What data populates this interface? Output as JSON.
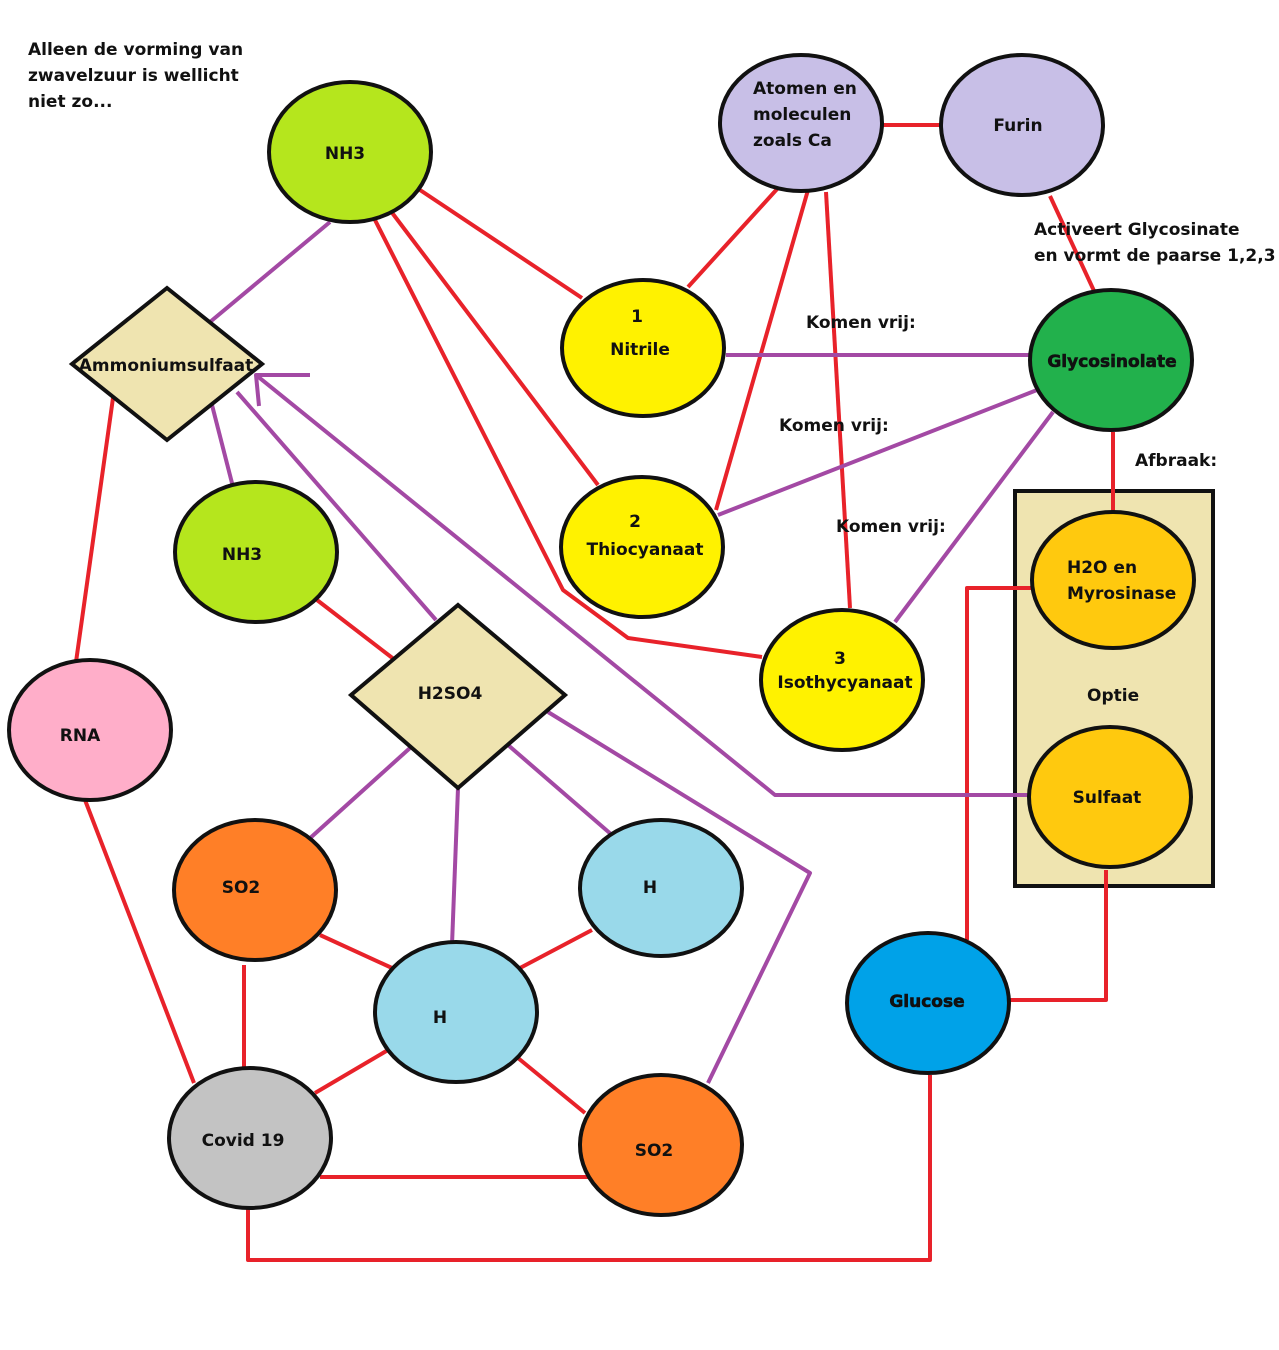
{
  "notes": {
    "top_left_line1": "Alleen de vorming van",
    "top_left_line2": "zwavelzuur is wellicht",
    "top_left_line3": "niet zo...",
    "activates_line1": "Activeert Glycosinate",
    "activates_line2": "en vormt de paarse 1,2,3",
    "released_1": "Komen vrij:",
    "released_2": "Komen vrij:",
    "released_3": "Komen vrij:",
    "breakdown": "Afbraak:",
    "option": "Optie"
  },
  "nodes": {
    "nh3_top": "NH3",
    "atoms_line1": "Atomen en",
    "atoms_line2": "moleculen",
    "atoms_line3": "zoals Ca",
    "furin": "Furin",
    "nitrile_num": "1",
    "nitrile": "Nitrile",
    "glycosinolate": "Glycosinolate",
    "ammoniumsulfaat": "Ammoniumsulfaat",
    "thiocyanaat_num": "2",
    "thiocyanaat": "Thiocyanaat",
    "nh3_mid": "NH3",
    "h2o_line1": "H2O en",
    "h2o_line2": "Myrosinase",
    "isothycyanaat_num": "3",
    "isothycyanaat": "Isothycyanaat",
    "h2so4": "H2SO4",
    "rna": "RNA",
    "sulfaat": "Sulfaat",
    "so2_left": "SO2",
    "h_right": "H",
    "h_center": "H",
    "glucose": "Glucose",
    "covid": "Covid 19",
    "so2_bottom": "SO2"
  },
  "colors": {
    "red_line": "#e8222a",
    "purple_line": "#a349a4",
    "lime": "#b5e61d",
    "lavender": "#c8bfe7",
    "yellow": "#fff200",
    "green": "#22b14c",
    "tan": "#efe4b0",
    "orange": "#ff7f27",
    "light_blue": "#99d9ea",
    "blue": "#00a2e8",
    "gold": "#ffc90e",
    "pink": "#ffaec9",
    "gray": "#c3c3c3"
  }
}
